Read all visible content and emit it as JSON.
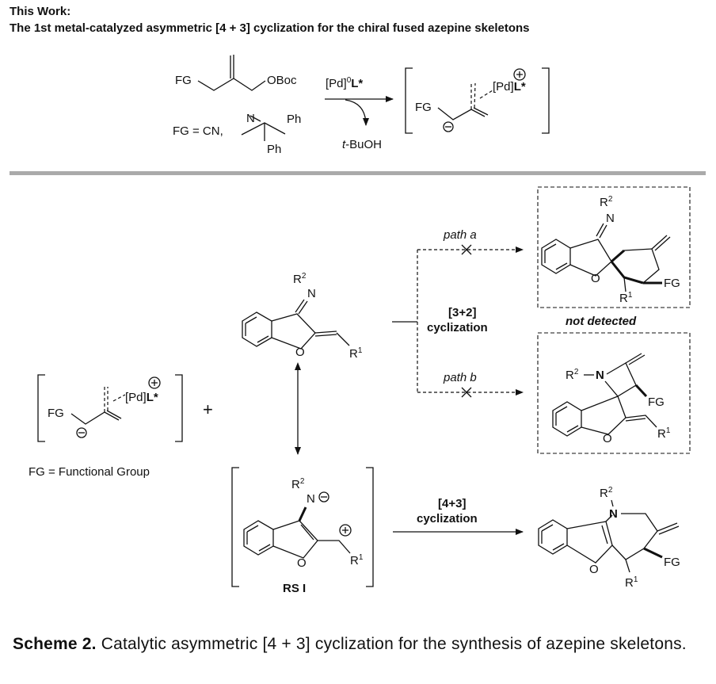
{
  "header": {
    "line1": "This Work:",
    "line2": "The 1st metal-catalyzed asymmetric [4 + 3] cyclization for the chiral fused azepine skeletons"
  },
  "top_scheme": {
    "reagent_fg": "FG",
    "reagent_oboc": "OBoc",
    "fg_def_prefix": "FG = CN,",
    "imine_n": "N",
    "ph1": "Ph",
    "ph2": "Ph",
    "catalyst_prefix": "[Pd]",
    "catalyst_sup": "0",
    "catalyst_ligand": "L*",
    "byproduct": "t-BuOH",
    "intermediate_fg": "FG",
    "intermediate_pd": "[Pd]",
    "intermediate_ligand": "L*"
  },
  "bottom_scheme": {
    "zwitterion_fg": "FG",
    "zwitterion_pd": "[Pd]",
    "zwitterion_ligand": "L*",
    "plus": "+",
    "fg_definition": "FG = Functional Group",
    "substrate_r2": "R",
    "substrate_r2_sup": "2",
    "substrate_n": "N",
    "substrate_o": "O",
    "substrate_r1": "R",
    "substrate_r1_sup": "1",
    "resonance_r2": "R",
    "resonance_r2_sup": "2",
    "resonance_n": "N",
    "resonance_o": "O",
    "resonance_r1": "R",
    "resonance_r1_sup": "1",
    "resonance_label": "RS I",
    "path_a": "path a",
    "path_b": "path b",
    "cyclization_32_a": "[3+2]",
    "cyclization_32_b": "cyclization",
    "cyclization_43_a": "[4+3]",
    "cyclization_43_b": "cyclization",
    "not_detected": "not detected",
    "prodA_r2": "R",
    "prodA_r2_sup": "2",
    "prodA_n": "N",
    "prodA_o": "O",
    "prodA_r1": "R",
    "prodA_r1_sup": "1",
    "prodA_fg": "FG",
    "prodB_r2": "R",
    "prodB_r2_sup": "2",
    "prodB_n": "N",
    "prodB_fg": "FG",
    "prodB_o": "O",
    "prodB_r1": "R",
    "prodB_r1_sup": "1",
    "prodC_r2": "R",
    "prodC_r2_sup": "2",
    "prodC_n": "N",
    "prodC_o": "O",
    "prodC_fg": "FG",
    "prodC_r1": "R",
    "prodC_r1_sup": "1"
  },
  "caption": {
    "label": "Scheme 2.",
    "text": "Catalytic asymmetric [4 + 3] cyclization for the synthesis of azepine skeletons."
  }
}
